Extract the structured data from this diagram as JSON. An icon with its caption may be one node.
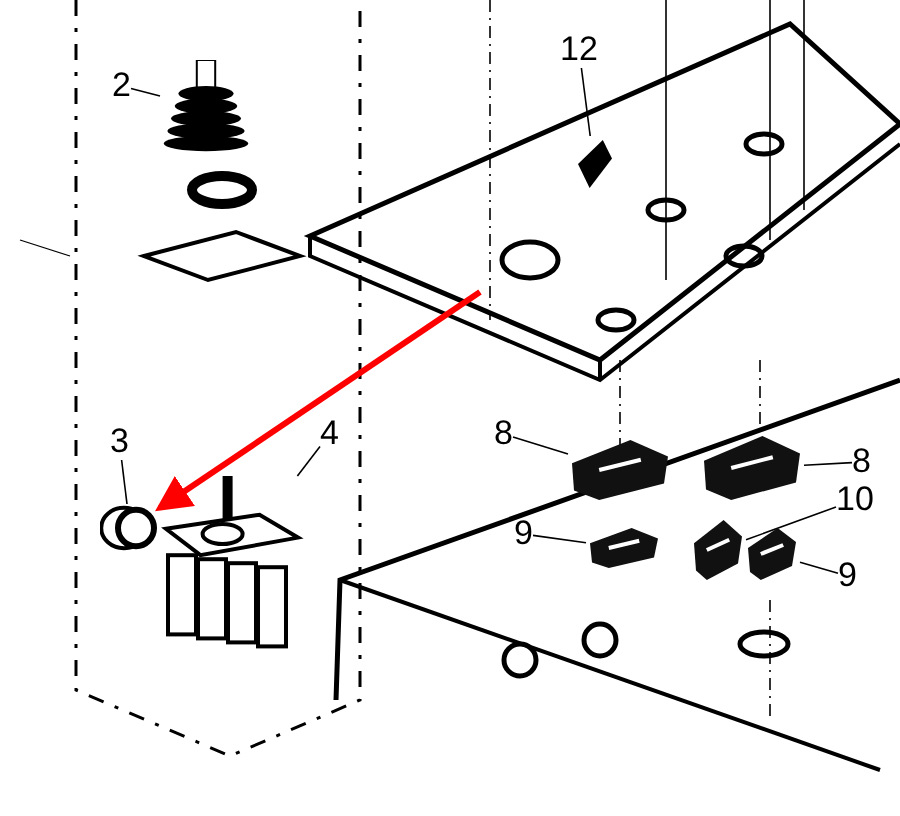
{
  "diagram": {
    "nodes": [
      {
        "text": [
          "2"
        ]
      },
      {
        "text": [],
        "shape": "picture"
      },
      {
        "text": [
          "12"
        ]
      },
      {
        "text": [],
        "shape": "picture"
      },
      {
        "text": [
          "3"
        ]
      },
      {
        "text": [],
        "shape": "picture"
      },
      {
        "text": [
          "4"
        ]
      },
      {
        "text": [],
        "shape": "picture"
      },
      {
        "text": [
          "8"
        ]
      },
      {
        "text": [],
        "shape": "picture"
      },
      {
        "text": [
          "8"
        ]
      },
      {
        "text": [],
        "shape": "picture"
      },
      {
        "text": [
          "9"
        ]
      },
      {
        "text": [],
        "shape": "picture"
      },
      {
        "text": [
          "10"
        ]
      },
      {
        "text": [],
        "shape": "picture"
      },
      {
        "text": [
          "9"
        ]
      },
      {
        "text": [],
        "shape": "picture"
      }
    ],
    "edges": [
      {
        "from": 0,
        "to": 1,
        "arrow": "none"
      },
      {
        "from": 2,
        "to": 3,
        "arrow": "none"
      },
      {
        "from": 4,
        "to": 5,
        "arrow": "none"
      },
      {
        "from": 6,
        "to": 7,
        "arrow": "none"
      },
      {
        "from": 8,
        "to": 9,
        "arrow": "none"
      },
      {
        "from": 10,
        "to": 11,
        "arrow": "none"
      },
      {
        "from": 12,
        "to": 13,
        "arrow": "none"
      },
      {
        "from": 14,
        "to": 15,
        "arrow": "none"
      },
      {
        "from": 16,
        "to": 17,
        "arrow": "none"
      },
      {
        "from": null,
        "to": 5,
        "arrow": "to",
        "style": "thick",
        "color": "#ff0000"
      }
    ]
  }
}
